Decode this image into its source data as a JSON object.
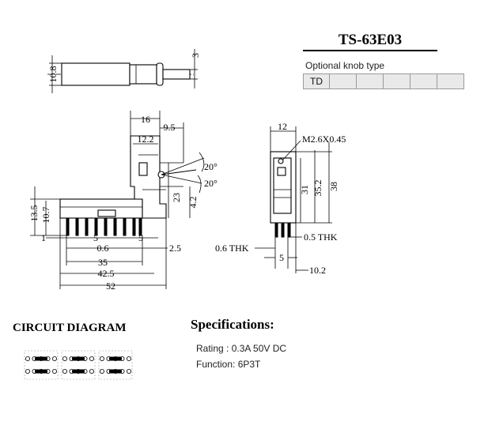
{
  "title": "TS-63E03",
  "knob": {
    "label": "Optional knob type",
    "cells": [
      "TD",
      "",
      "",
      "",
      "",
      ""
    ]
  },
  "circuit": {
    "title": "CIRCUIT DIAGRAM"
  },
  "specs": {
    "title": "Specifications:",
    "lines": [
      "Rating : 0.3A 50V DC",
      "Function: 6P3T"
    ]
  },
  "dimensions": {
    "top_height": "10.8",
    "shaft_dia": "3",
    "w16": "16",
    "w95": "9.5",
    "w122": "12.2",
    "ang1": "20°",
    "ang2": "20°",
    "h23": "23",
    "h42": "4.2",
    "h135": "13.5",
    "h107": "10.7",
    "p1": "1",
    "p5a": "5",
    "p5b": "5",
    "p06": "0.6",
    "p25": "2.5",
    "w35": "35",
    "w425": "42.5",
    "w52": "52",
    "s12": "12",
    "screw": "M2.6X0.45",
    "h31": "31",
    "h352": "35.2",
    "h38": "38",
    "thk06": "0.6  THK",
    "thk05": "0.5  THK",
    "s5": "5",
    "s102": "10.2"
  }
}
